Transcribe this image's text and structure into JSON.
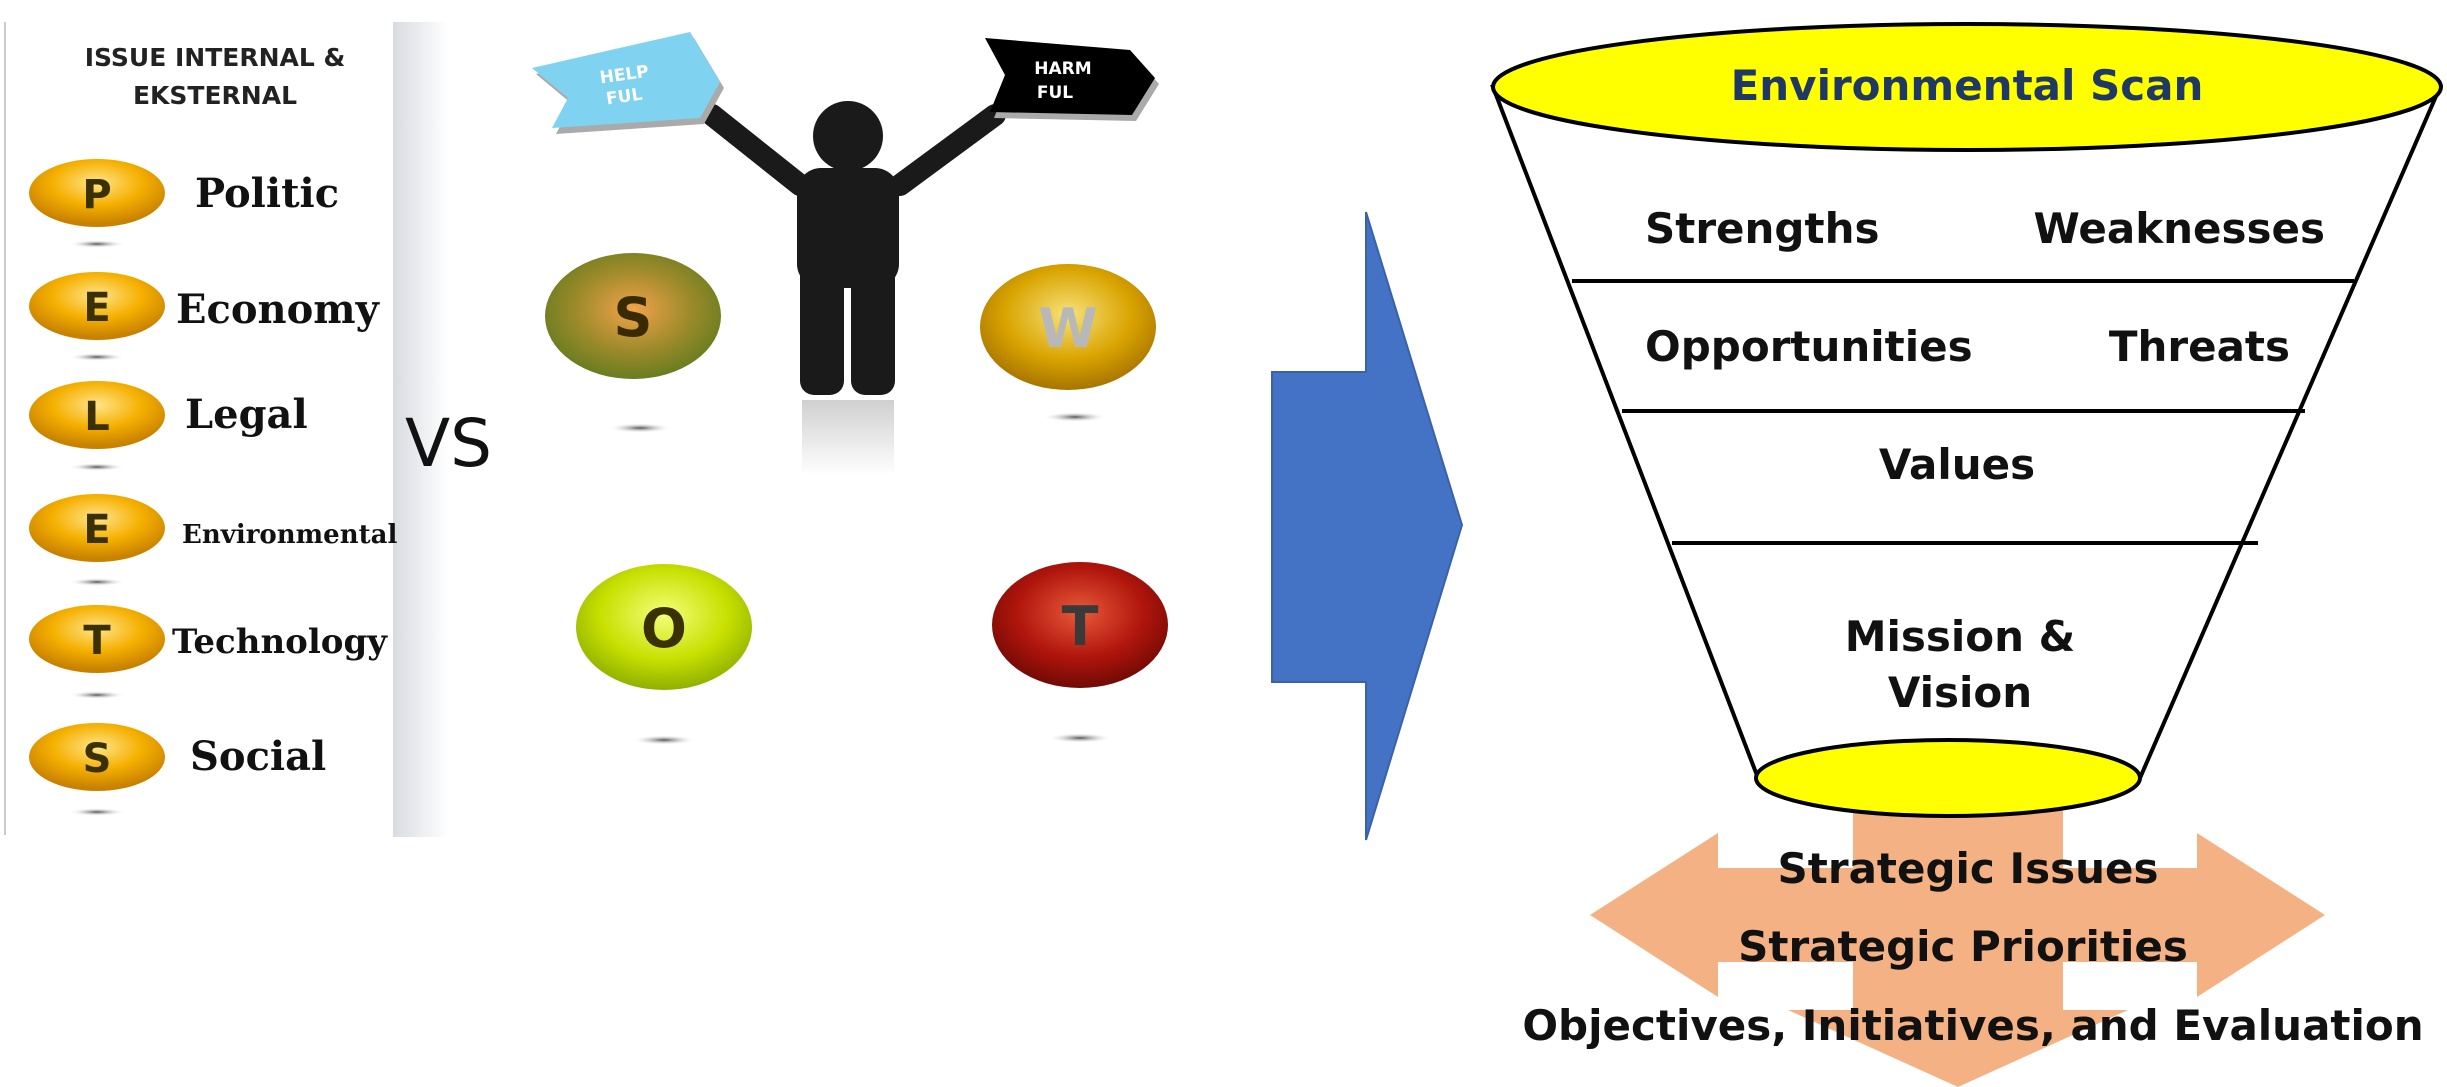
{
  "left_panel": {
    "heading_line1": "ISSUE INTERNAL &",
    "heading_line2": "EKSTERNAL",
    "pestle_items": [
      {
        "letter": "P",
        "label": "Politic"
      },
      {
        "letter": "E",
        "label": "Economy"
      },
      {
        "letter": "L",
        "label": "Legal"
      },
      {
        "letter": "E",
        "label": "Environmental"
      },
      {
        "letter": "T",
        "label": "Technology"
      },
      {
        "letter": "S",
        "label": "Social"
      }
    ]
  },
  "vs_label": "VS",
  "swot": {
    "signs": {
      "helpful_line1": "HELP",
      "helpful_line2": "FUL",
      "harmful_line1": "HARM",
      "harmful_line2": "FUL"
    },
    "bubbles": [
      {
        "letter": "S",
        "color": "#7a9a2a"
      },
      {
        "letter": "W",
        "color": "#c9a000"
      },
      {
        "letter": "O",
        "color": "#c8e000"
      },
      {
        "letter": "T",
        "color": "#b0150c"
      }
    ]
  },
  "arrow_color": "#4472c4",
  "funnel": {
    "title": "Environmental Scan",
    "strengths": "Strengths",
    "weaknesses": "Weaknesses",
    "opportunities": "Opportunities",
    "threats": "Threats",
    "values": "Values",
    "mission_line1": "Mission &",
    "mission_line2": "Vision",
    "top_color": "#ffff00",
    "title_color": "#1f3864"
  },
  "outputs": {
    "line1": "Strategic Issues",
    "line2": "Strategic Priorities",
    "line3": "Objectives, Initiatives, and Evaluation",
    "arrow_color": "#f4b183"
  }
}
